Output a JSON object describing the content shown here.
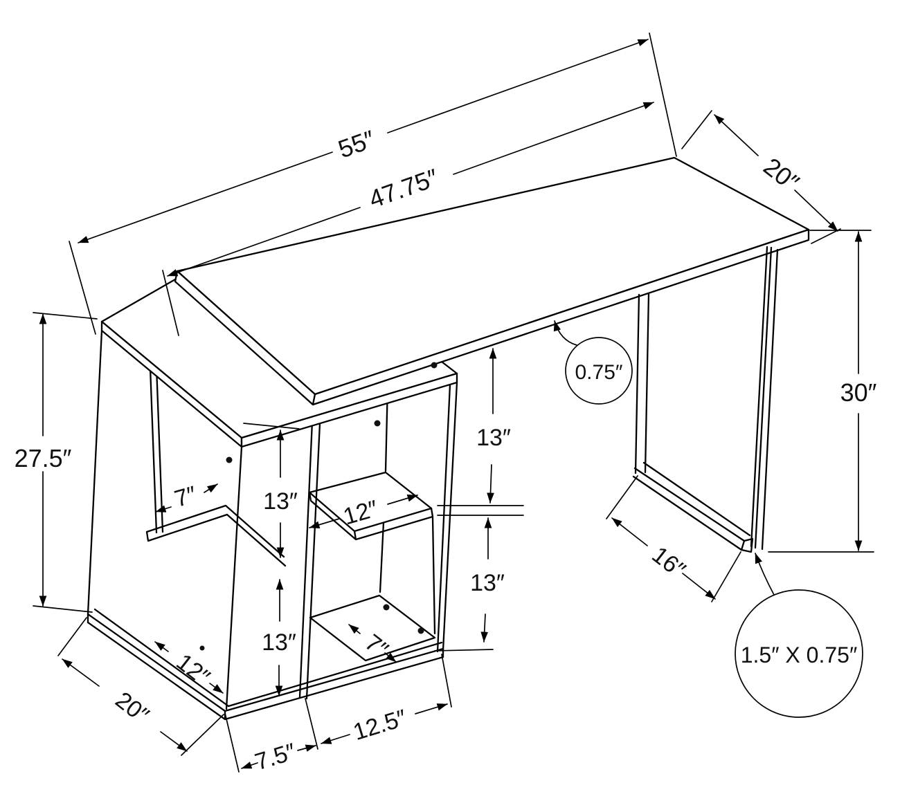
{
  "figure": {
    "kind": "isometric dimension drawing",
    "colors": {
      "background": "#ffffff",
      "line": "#000000"
    }
  },
  "dimensions": {
    "desktop_length": "55″",
    "desktop_length_inner": "47.75″",
    "desktop_depth": "20″",
    "desk_height": "30″",
    "bookcase_height": "27.5″",
    "cubby_height_left_upper": "13″",
    "cubby_height_left_lower": "13″",
    "cubby_height_right_upper": "13″",
    "cubby_height_right_lower": "13″",
    "shelf_width_middle": "12″",
    "shelf_width_side": "7″",
    "floor_depth_side": "12″",
    "floor_width_front": "7″",
    "bookcase_depth": "20″",
    "front_section_small": "7.5″",
    "front_section_large": "12.5″",
    "leg_base_depth": "16″",
    "desktop_thickness_callout": "0.75″",
    "leg_tube_callout": "1.5″ X 0.75″"
  }
}
